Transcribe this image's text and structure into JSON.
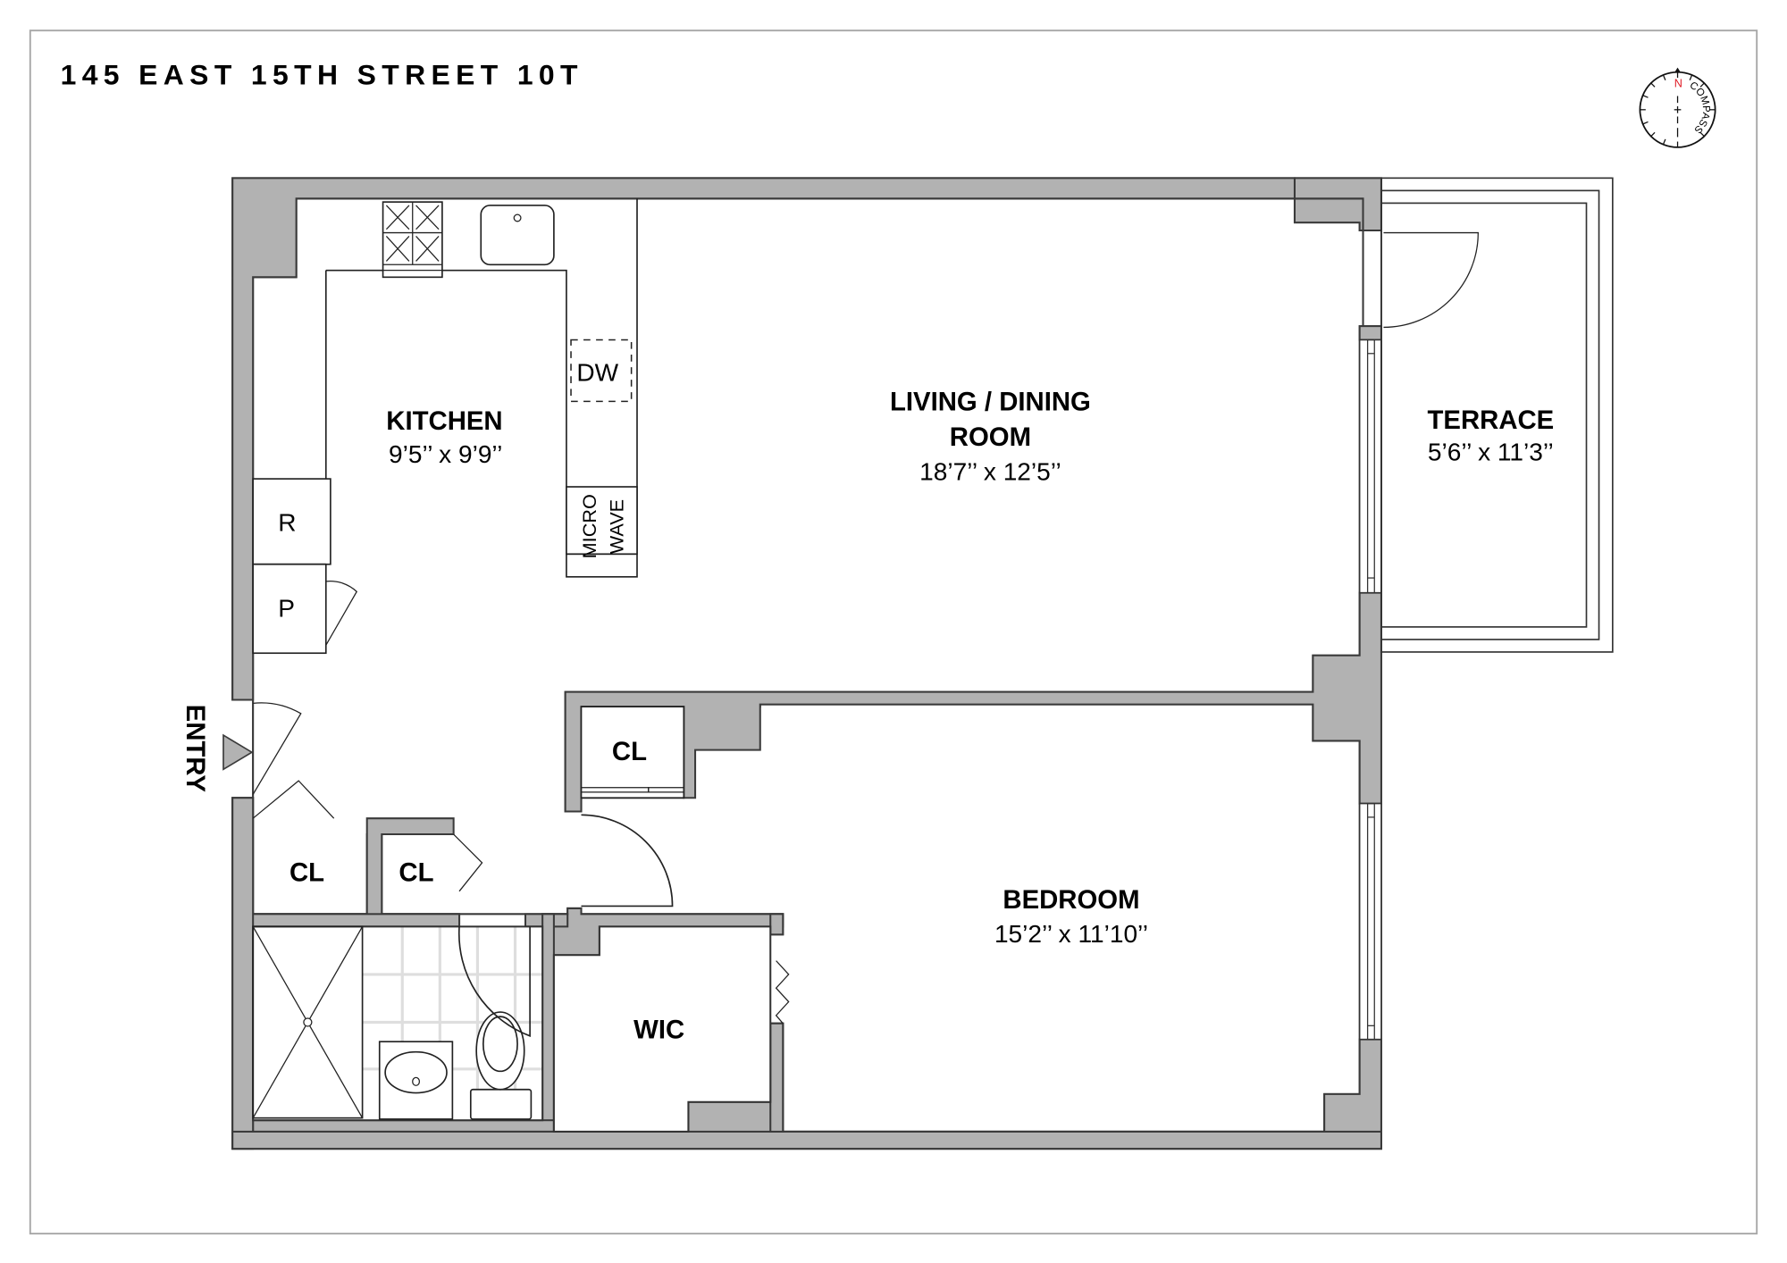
{
  "title": "145 EAST 15TH STREET 10T",
  "compass": {
    "north_label": "N",
    "ring_label": "COMPASS",
    "north_color": "#e0202a"
  },
  "rooms": {
    "kitchen": {
      "name": "KITCHEN",
      "dims": "9’5’’ x 9’9’’"
    },
    "living": {
      "name_line1": "LIVING / DINING",
      "name_line2": "ROOM",
      "dims": "18’7’’ x 12’5’’"
    },
    "terrace": {
      "name": "TERRACE",
      "dims": "5’6’’ x 11’3’’"
    },
    "bedroom": {
      "name": "BEDROOM",
      "dims": "15’2’’ x 11’10’’"
    },
    "wic": {
      "name": "WIC"
    },
    "closet_bedroom": {
      "name": "CL"
    },
    "closet_entry_1": {
      "name": "CL"
    },
    "closet_entry_2": {
      "name": "CL"
    }
  },
  "fixtures": {
    "refrigerator": "R",
    "pantry": "P",
    "dishwasher": "DW",
    "microwave_line1": "MICRO",
    "microwave_line2": "WAVE"
  },
  "entry": {
    "label": "ENTRY"
  },
  "colors": {
    "wall": "#b2b2b2",
    "outline": "#3a3a3a",
    "tile": "#dedede"
  }
}
